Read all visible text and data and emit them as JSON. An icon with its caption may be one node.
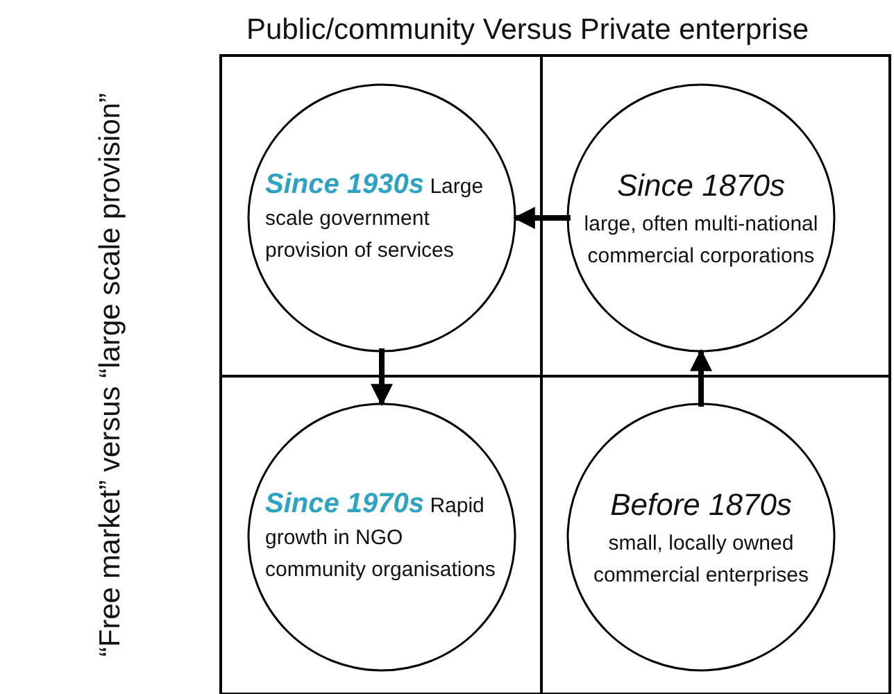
{
  "diagram": {
    "title": "Public/community Versus Private enterprise",
    "nodes": [
      {
        "text": [
          "Since 1930s",
          "Large scale government provision of services"
        ]
      },
      {
        "text": [
          "Since 1870s",
          "large, often multi-national commercial corporations"
        ]
      },
      {
        "text": [
          "Since 1970s",
          "Rapid growth in NGO community organisations"
        ]
      },
      {
        "text": [
          "Before 1870s",
          "small, locally owned commercial enterprises"
        ]
      }
    ],
    "edges": [
      {
        "from": 1,
        "to": 0,
        "arrow": "to"
      },
      {
        "from": 0,
        "to": 2,
        "arrow": "to"
      },
      {
        "from": 3,
        "to": 1,
        "arrow": "to"
      }
    ],
    "labels": [
      "“Free market” versus “large scale provision”"
    ]
  }
}
